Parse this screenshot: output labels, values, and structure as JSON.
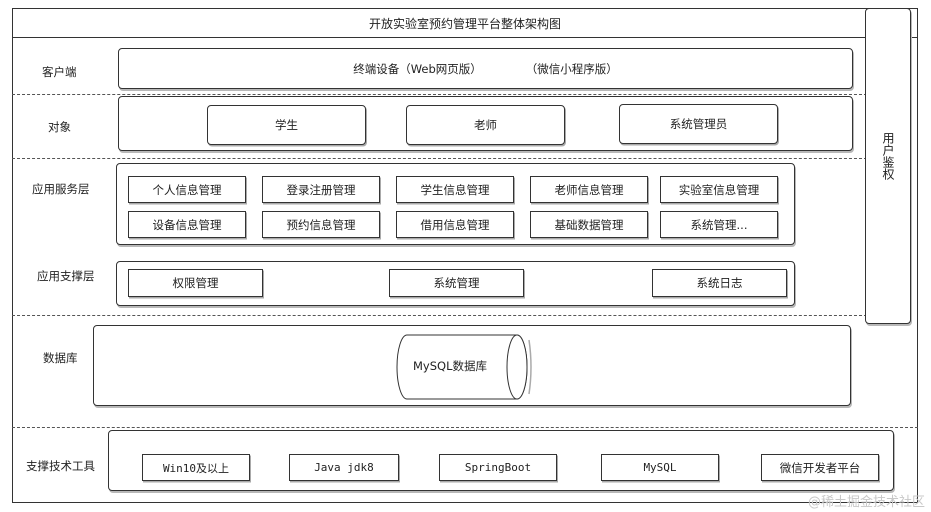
{
  "title": "开放实验室预约管理平台整体架构图",
  "layers": {
    "client": {
      "label": "客户端",
      "terminal": "终端设备（Web网页版）",
      "wechat": "（微信小程序版）"
    },
    "objects": {
      "label": "对象",
      "items": [
        "学生",
        "老师",
        "系统管理员"
      ]
    },
    "service": {
      "label": "应用服务层",
      "row1": [
        "个人信息管理",
        "登录注册管理",
        "学生信息管理",
        "老师信息管理",
        "实验室信息管理"
      ],
      "row2": [
        "设备信息管理",
        "预约信息管理",
        "借用信息管理",
        "基础数据管理",
        "系统管理..."
      ]
    },
    "support": {
      "label": "应用支撑层",
      "items": [
        "权限管理",
        "系统管理",
        "系统日志"
      ]
    },
    "database": {
      "label": "数据库",
      "db": "MySQL数据库"
    },
    "tools": {
      "label": "支撑技术工具",
      "items": [
        "Win10及以上",
        "Java jdk8",
        "SpringBoot",
        "MySQL",
        "微信开发者平台"
      ]
    }
  },
  "auth": "用户鉴权",
  "watermark": "@稀土掘金技术社区"
}
